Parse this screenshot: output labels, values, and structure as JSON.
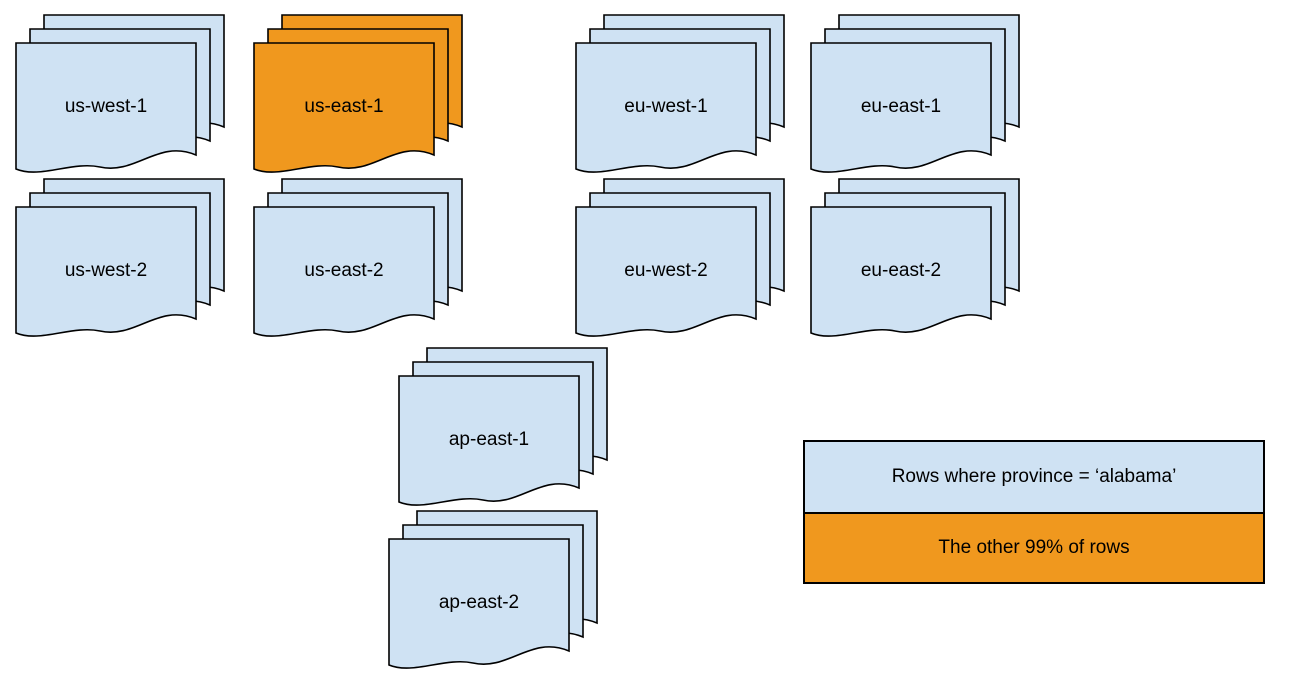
{
  "diagram": {
    "stacks": [
      {
        "label": "us-west-1",
        "variant": "region"
      },
      {
        "label": "us-east-1",
        "variant": "highlight"
      },
      {
        "label": "eu-west-1",
        "variant": "region"
      },
      {
        "label": "eu-east-1",
        "variant": "region"
      },
      {
        "label": "us-west-2",
        "variant": "region"
      },
      {
        "label": "us-east-2",
        "variant": "region"
      },
      {
        "label": "eu-west-2",
        "variant": "region"
      },
      {
        "label": "eu-east-2",
        "variant": "region"
      },
      {
        "label": "ap-east-1",
        "variant": "region"
      },
      {
        "label": "ap-east-2",
        "variant": "region"
      }
    ],
    "legend": {
      "items": [
        {
          "label": "Rows where province = ‘alabama’",
          "variant": "region"
        },
        {
          "label": "The other 99% of rows",
          "variant": "highlight"
        }
      ]
    },
    "colors": {
      "region": "#cfe2f3",
      "highlight": "#f0981e",
      "stroke": "#000000"
    }
  }
}
